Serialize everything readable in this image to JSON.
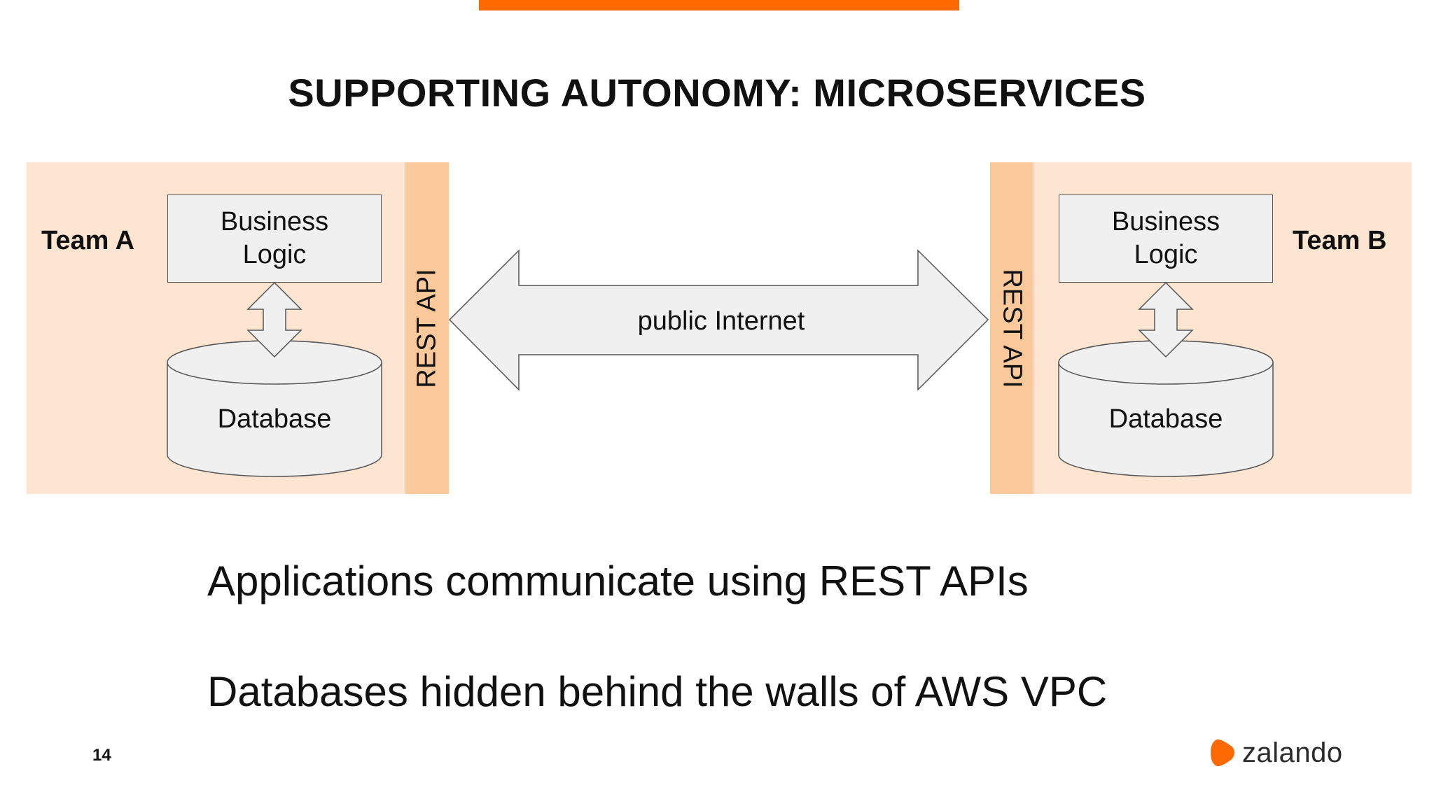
{
  "slide": {
    "title": "SUPPORTING AUTONOMY: MICROSERVICES",
    "page_number": "14",
    "accent_color": "#ff6900"
  },
  "diagram": {
    "team_a": {
      "label": "Team A",
      "business_logic": "Business Logic",
      "database": "Database",
      "api": "REST API"
    },
    "team_b": {
      "label": "Team B",
      "business_logic": "Business Logic",
      "database": "Database",
      "api": "REST API"
    },
    "connection": {
      "label": "public Internet",
      "icon": "double-arrow-icon"
    },
    "colors": {
      "panel": "#fde5d2",
      "api_strip": "#f9c99c",
      "box_fill": "#eff0ef",
      "outline": "#555555"
    }
  },
  "bullets": [
    "Applications communicate using REST APIs",
    "Databases hidden behind the walls of AWS VPC"
  ],
  "logo": {
    "text": "zalando",
    "icon": "zalando-logo-icon"
  }
}
